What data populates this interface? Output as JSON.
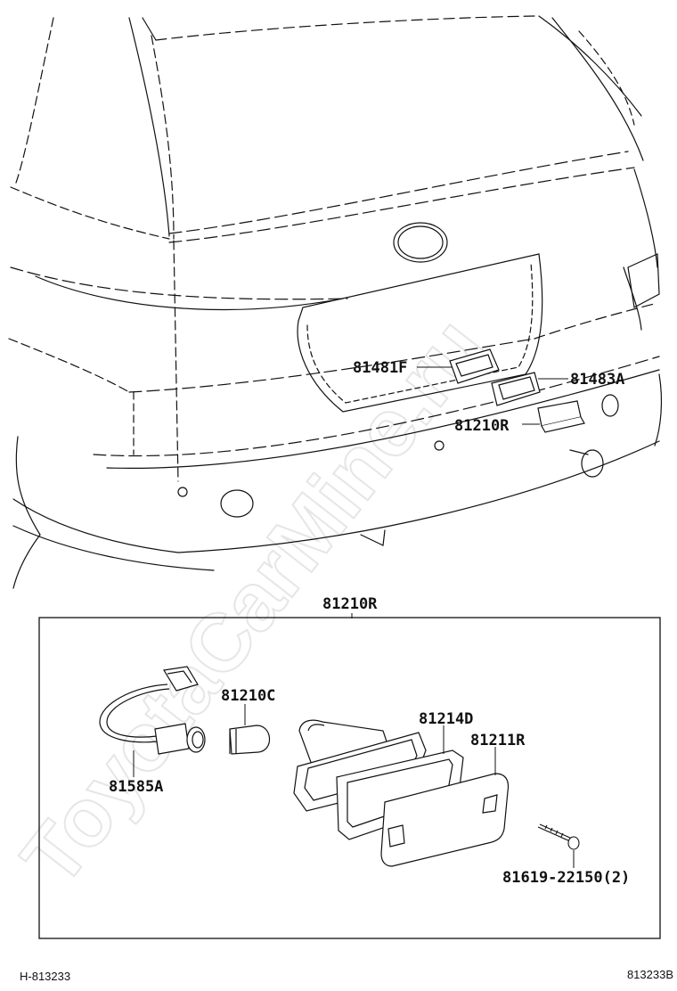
{
  "watermark": "ToyotaCarMine.ru",
  "callouts": {
    "top_81481F": "81481F",
    "top_81483A": "81483A",
    "top_81210R": "81210R",
    "box_title": "81210R",
    "bulb": "81210C",
    "socket": "81585A",
    "gasket": "81214D",
    "lens": "81211R",
    "screw": "81619-22150(2)"
  },
  "footer": {
    "left": "H-813233",
    "right": "813233B"
  }
}
